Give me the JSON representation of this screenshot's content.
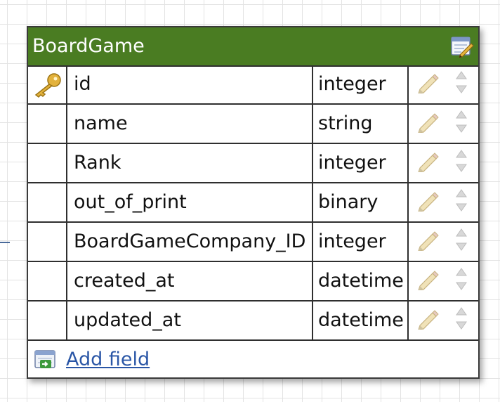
{
  "table": {
    "title": "BoardGame",
    "header_color": "#4a7c22",
    "edit_icon": "edit-table-icon",
    "fields": [
      {
        "name": "id",
        "type": "integer",
        "primary_key": true
      },
      {
        "name": "name",
        "type": "string",
        "primary_key": false
      },
      {
        "name": "Rank",
        "type": "integer",
        "primary_key": false
      },
      {
        "name": "out_of_print",
        "type": "binary",
        "primary_key": false
      },
      {
        "name": "BoardGameCompany_ID",
        "type": "integer",
        "primary_key": false
      },
      {
        "name": "created_at",
        "type": "datetime",
        "primary_key": false
      },
      {
        "name": "updated_at",
        "type": "datetime",
        "primary_key": false
      }
    ],
    "row_icons": {
      "edit": "pencil-icon",
      "reorder": "reorder-icon"
    },
    "add_field": {
      "label": "Add field",
      "icon": "add-field-icon",
      "link_color": "#2a56a6"
    }
  }
}
